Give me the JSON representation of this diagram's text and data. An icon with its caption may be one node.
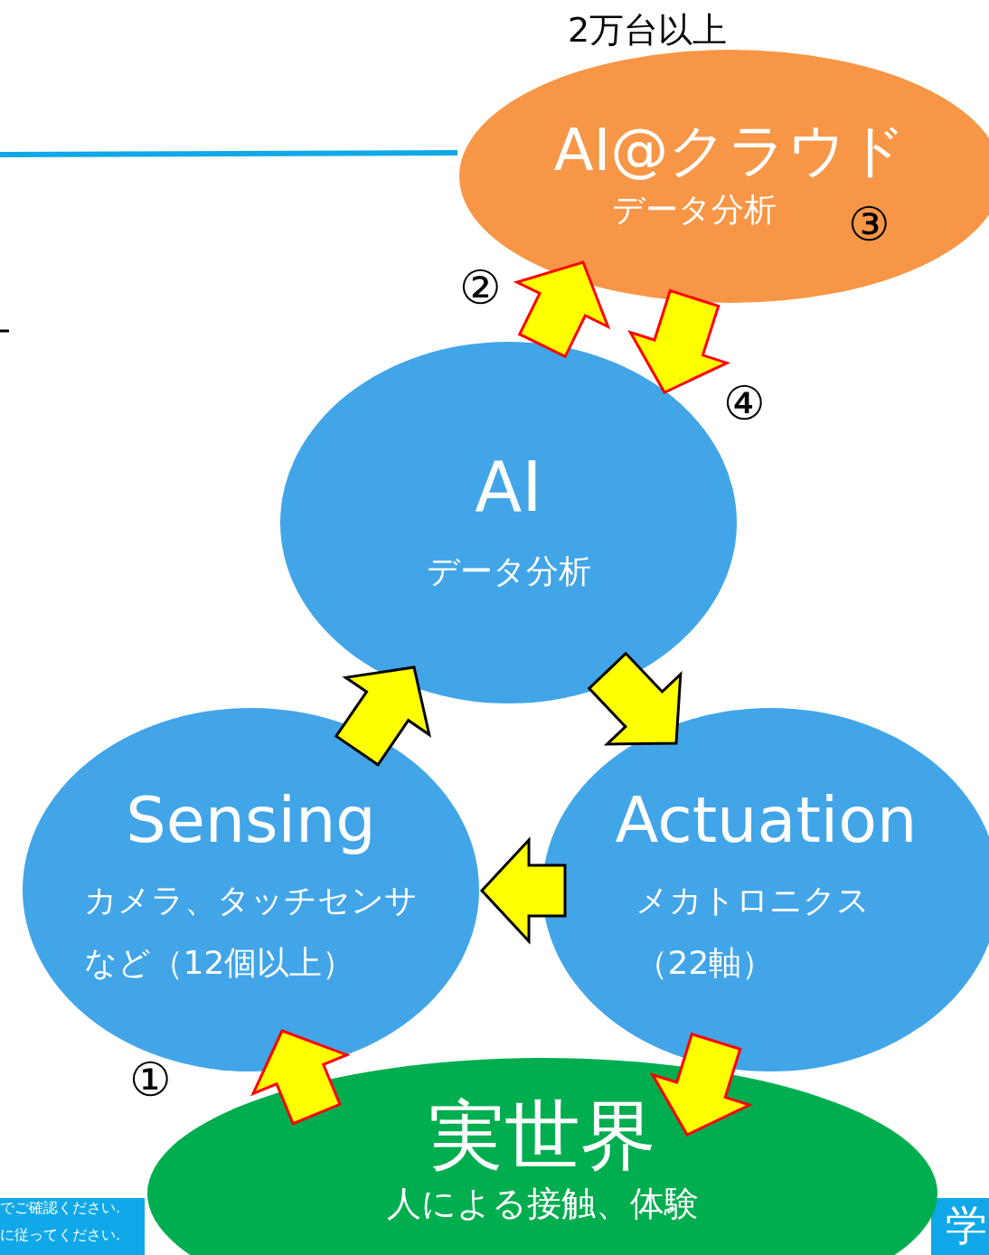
{
  "diagram": {
    "nodes": [
      {
        "text": [
          "AI@クラウド",
          "データ分析"
        ],
        "beside": [
          "2万台以上"
        ]
      },
      {
        "text": [
          "AI",
          "データ分析"
        ]
      },
      {
        "text": [
          "Sensing",
          "カメラ、タッチセンサなど（12個以上）"
        ]
      },
      {
        "text": [
          "Actuation",
          "メカトロニクス（22軸）"
        ]
      },
      {
        "text": [
          "実世界",
          "人による接触、体験"
        ]
      }
    ],
    "edges": [
      {
        "from": 1,
        "to": 0,
        "arrow": "to"
      },
      {
        "from": 0,
        "to": 1,
        "arrow": "to"
      },
      {
        "from": 2,
        "to": 1,
        "arrow": "to",
        "color": "#000000"
      },
      {
        "from": 1,
        "to": 3,
        "arrow": "to",
        "color": "#000000"
      },
      {
        "from": 3,
        "to": 2,
        "arrow": "to",
        "color": "#000000"
      },
      {
        "from": 4,
        "to": 2,
        "arrow": "to"
      },
      {
        "from": 3,
        "to": 4,
        "arrow": "to"
      }
    ],
    "labels": [
      "②",
      "③",
      "④",
      "①",
      "でご確認ください.",
      "に従ってください.",
      "学"
    ]
  }
}
